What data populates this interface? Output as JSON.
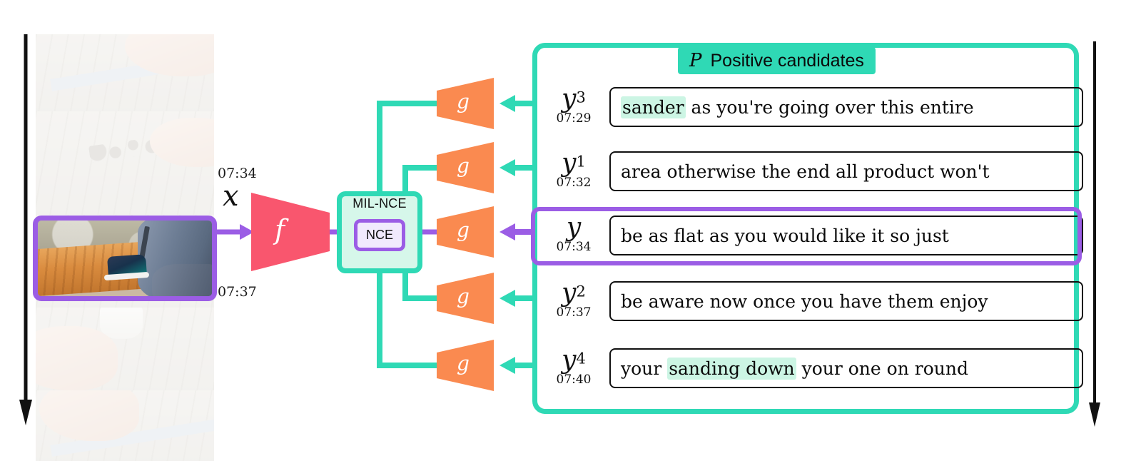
{
  "figure": {
    "type": "diagram",
    "video": {
      "selected_timestamp_top": "07:34",
      "selected_timestamp_bottom": "07:37",
      "input_symbol": "x",
      "frame_count": 5,
      "selected_frame_index": 2,
      "highlight_color": "#9B5DE5"
    },
    "video_encoder": {
      "label": "f",
      "color": "#F9566E",
      "name": "video-encoder"
    },
    "loss_module": {
      "title": "MIL-NCE",
      "inner_label": "NCE",
      "box_color": "#2FD9B5",
      "box_fill": "#D6F7EA",
      "inner_border": "#9B5DE5"
    },
    "text_encoder": {
      "label": "g",
      "color": "#FA8A50",
      "count": 5
    },
    "panel": {
      "title_symbol": "P",
      "title_text": "Positive candidates",
      "accent_color": "#2FD9B5"
    },
    "candidates": [
      {
        "symbol": "y",
        "superscript": "3",
        "time": "07:29",
        "parts": [
          {
            "text": "sander",
            "highlight": true
          },
          {
            "text": " as you're going over this entire",
            "highlight": false
          }
        ],
        "selected": false
      },
      {
        "symbol": "y",
        "superscript": "1",
        "time": "07:32",
        "parts": [
          {
            "text": "area otherwise the end all product won't",
            "highlight": false
          }
        ],
        "selected": false
      },
      {
        "symbol": "y",
        "superscript": "",
        "time": "07:34",
        "parts": [
          {
            "text": "be as flat as you would like it so just",
            "highlight": false
          }
        ],
        "selected": true
      },
      {
        "symbol": "y",
        "superscript": "2",
        "time": "07:37",
        "parts": [
          {
            "text": "be aware now once you have them enjoy",
            "highlight": false
          }
        ],
        "selected": false
      },
      {
        "symbol": "y",
        "superscript": "4",
        "time": "07:40",
        "parts": [
          {
            "text": "your ",
            "highlight": false
          },
          {
            "text": "sanding down",
            "highlight": true
          },
          {
            "text": " your one on round",
            "highlight": false
          }
        ],
        "selected": false
      }
    ],
    "colors": {
      "teal": "#2FD9B5",
      "orange": "#FA8A50",
      "pink": "#F9566E",
      "purple": "#9B5DE5",
      "highlight_green": "#CCF5E4"
    }
  }
}
